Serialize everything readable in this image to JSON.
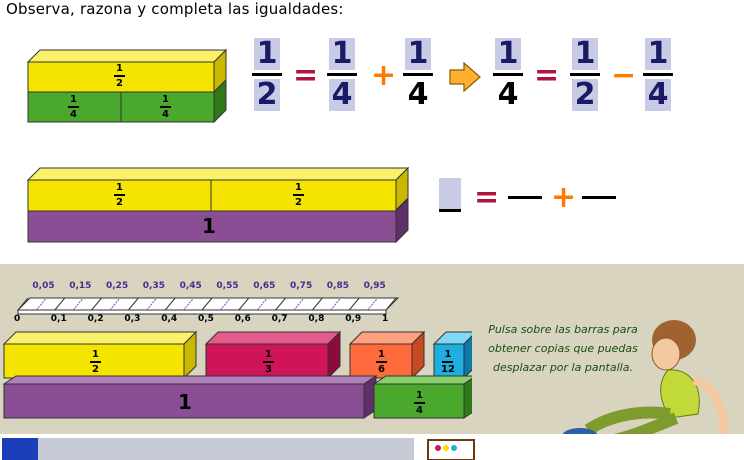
{
  "instruction": "Observa, razona y completa las igualdades:",
  "row1": {
    "bar_top": {
      "num": "1",
      "den": "2"
    },
    "bar_left": {
      "num": "1",
      "den": "4"
    },
    "bar_right": {
      "num": "1",
      "den": "4"
    },
    "equation": {
      "f1": {
        "num": "1",
        "den": "2"
      },
      "eq": "=",
      "f2": {
        "num": "1",
        "den": "4"
      },
      "plus": "+",
      "f3": {
        "num": "1",
        "den": "4"
      },
      "f4": {
        "num": "1",
        "den": "4"
      },
      "eq2": "=",
      "f5": {
        "num": "1",
        "den": "2"
      },
      "minus": "−",
      "f6": {
        "num": "1",
        "den": "4"
      }
    }
  },
  "row2": {
    "bar_half_1": {
      "num": "1",
      "den": "2"
    },
    "bar_half_2": {
      "num": "1",
      "den": "2"
    },
    "bar_unit": "1",
    "eq": "=",
    "plus": "+"
  },
  "ruler": {
    "upper_labels": [
      "0,05",
      "0,15",
      "0,25",
      "0,35",
      "0,45",
      "0,55",
      "0,65",
      "0,75",
      "0,85",
      "0,95"
    ],
    "lower_labels": [
      "0",
      "0,1",
      "0,2",
      "0,3",
      "0,4",
      "0,5",
      "0,6",
      "0,7",
      "0,8",
      "0,9",
      "1"
    ]
  },
  "workspace": {
    "half": {
      "num": "1",
      "den": "2"
    },
    "third": {
      "num": "1",
      "den": "3"
    },
    "sixth": {
      "num": "1",
      "den": "6"
    },
    "twelfth": {
      "num": "1",
      "den": "12"
    },
    "quarter": {
      "num": "1",
      "den": "4"
    },
    "unit": "1",
    "hint": "Pulsa sobre las barras para obtener copias que puedas desplazar por la pantalla."
  },
  "colors": {
    "yellow": "#f5e400",
    "green": "#4aa92c",
    "purple": "#8a4e95",
    "magenta": "#d0145a",
    "orange": "#ff6a3d",
    "cyan": "#1eaee0"
  }
}
